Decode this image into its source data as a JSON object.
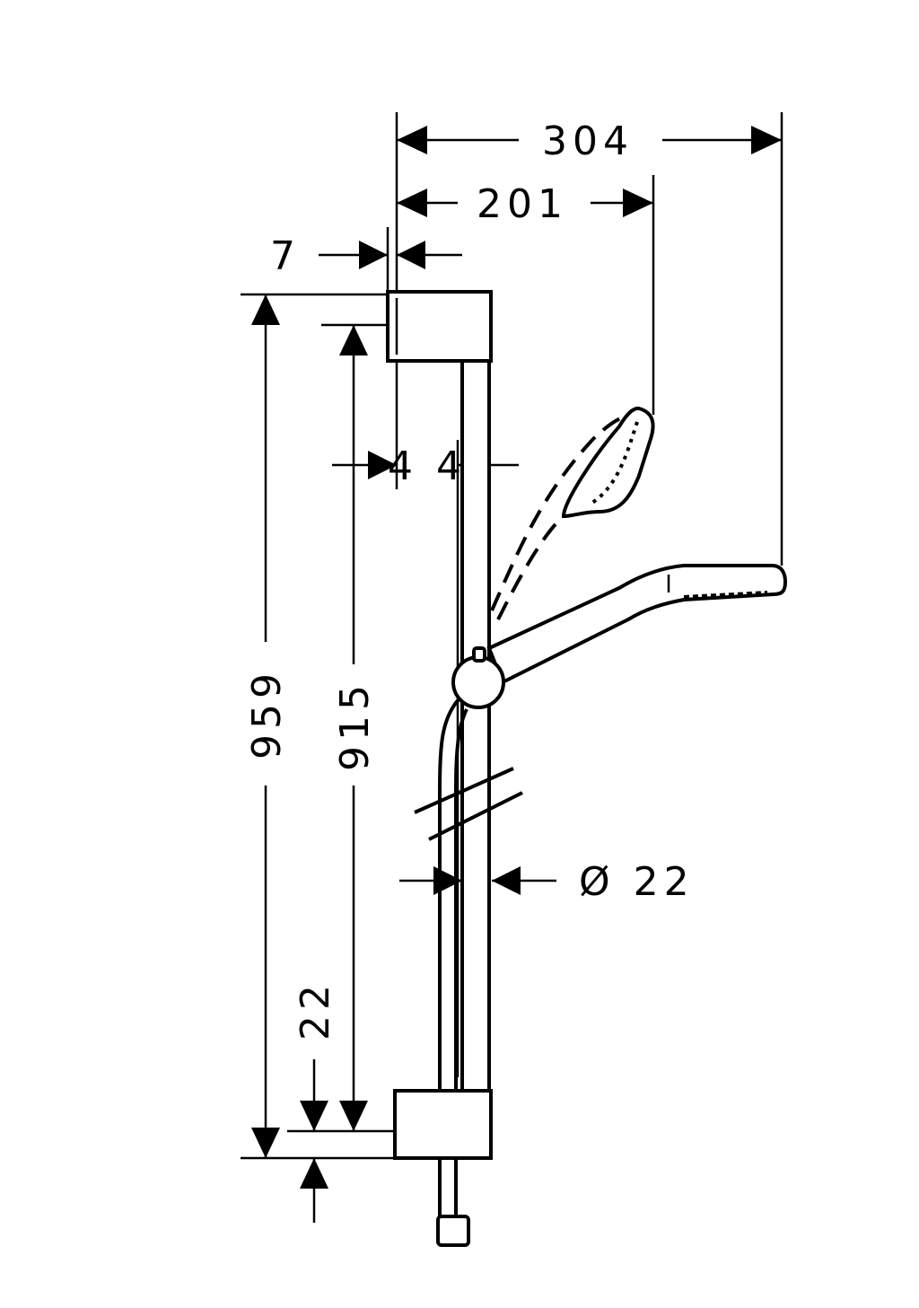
{
  "dimensions": {
    "overall_width": "304",
    "handshower_width": "201",
    "top_offset": "7",
    "rail_offset": "4 4",
    "total_height": "959",
    "mount_height": "915",
    "bottom_offset": "22",
    "rail_diameter": "Ø 22"
  },
  "colors": {
    "line": "#000000",
    "background": "#ffffff"
  }
}
